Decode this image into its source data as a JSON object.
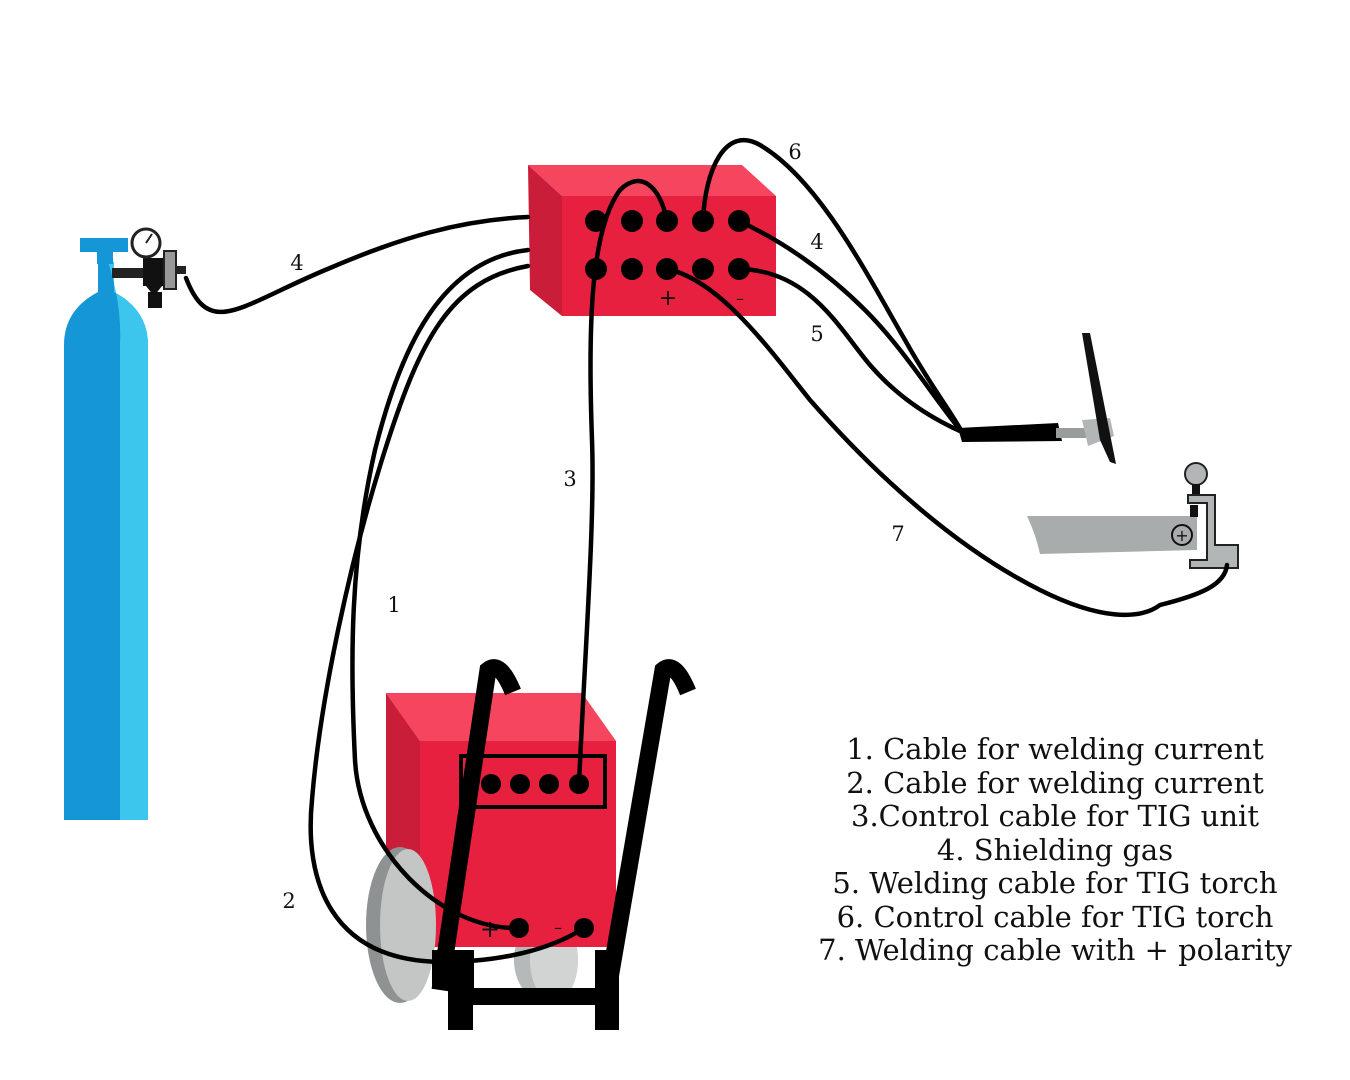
{
  "cable_labels": {
    "c1": "1",
    "c2": "2",
    "c3": "3",
    "c4_gas": "4",
    "c4_torch": "4",
    "c5": "5",
    "c6": "6",
    "c7": "7"
  },
  "polarity": {
    "tig_plus": "+",
    "tig_minus": "–",
    "welder_plus": "+",
    "welder_minus": "–",
    "workpiece": "+"
  },
  "legend": [
    "1. Cable for welding current",
    "2. Cable for welding current",
    "3.Control cable for TIG unit",
    "4. Shielding gas",
    "5. Welding cable for TIG torch",
    "6. Control cable for TIG torch",
    "7. Welding cable with + polarity"
  ],
  "colors": {
    "unit_red": "#e8203f",
    "cylinder_blue": "#1aa3dc",
    "metal_grey": "#a8acac",
    "cable_black": "#000000"
  }
}
